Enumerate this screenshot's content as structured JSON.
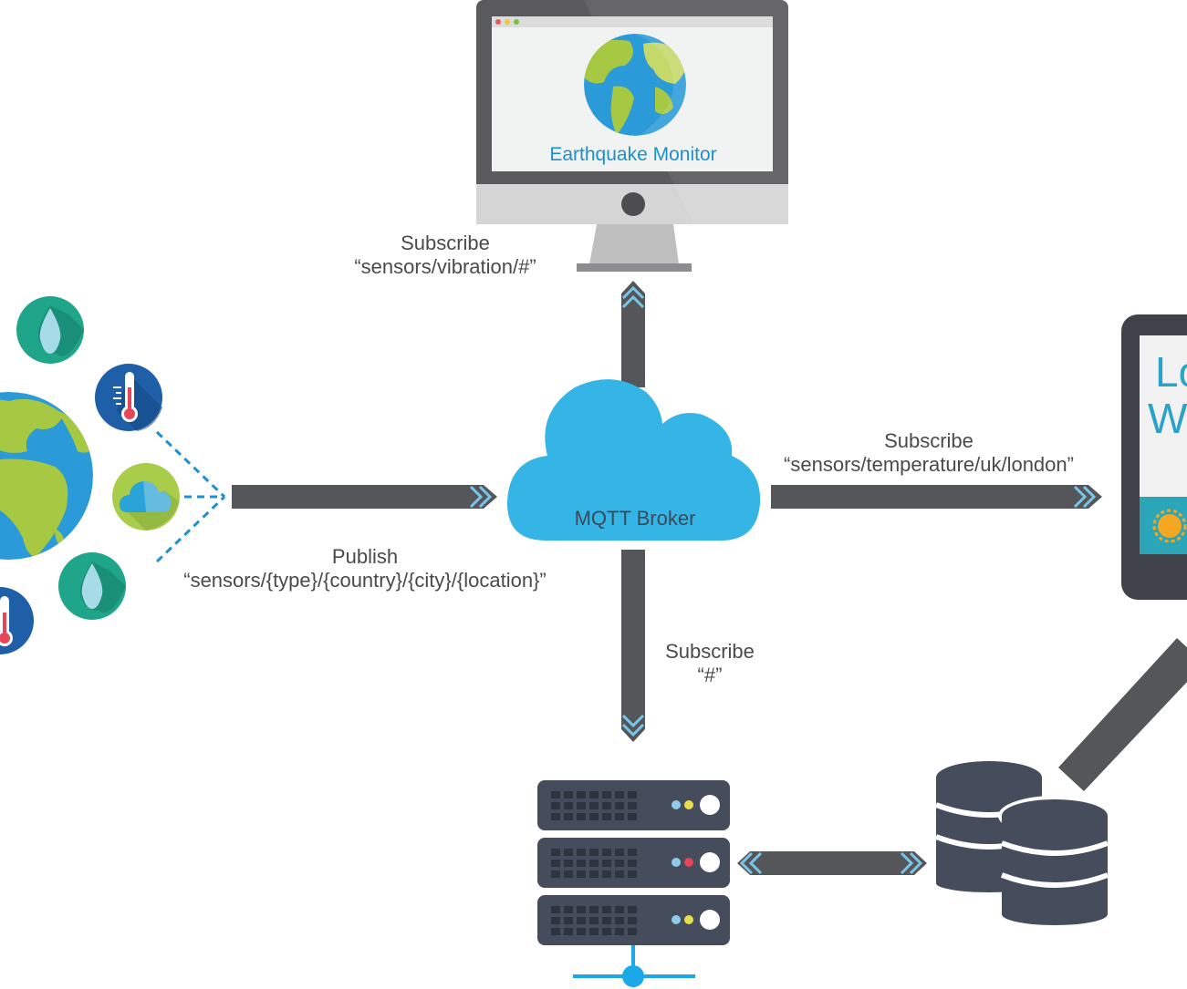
{
  "monitor": {
    "title": "Earthquake Monitor"
  },
  "broker": {
    "label": "MQTT Broker"
  },
  "labels": {
    "subscribe_vibration": {
      "line1": "Subscribe",
      "line2": "“sensors/vibration/#”"
    },
    "subscribe_temperature": {
      "line1": "Subscribe",
      "line2": "“sensors/temperature/uk/london”"
    },
    "publish": {
      "line1": "Publish",
      "line2": "“sensors/{type}/{country}/{city}/{location}”"
    },
    "subscribe_all": {
      "line1": "Subscribe",
      "line2": "“#”"
    }
  },
  "tablet": {
    "line1": "Lo",
    "line2": "W"
  },
  "colors": {
    "arrow": "#555659",
    "chevron": "#7ac6e8",
    "cloud": "#35b4e6",
    "server": "#454c5c",
    "teal_icon": "#1fa58a",
    "blue_icon": "#1f5fa8",
    "green_icon": "#a9cc4a",
    "ocean": "#2a9ad8",
    "land": "#a6c842"
  },
  "icons": {
    "sensors": [
      "water-drop-icon",
      "thermometer-icon",
      "weather-cloud-icon",
      "water-drop-icon",
      "thermometer-icon"
    ],
    "globe": "globe-icon",
    "server": "server-rack-icon",
    "database": "database-icon"
  }
}
